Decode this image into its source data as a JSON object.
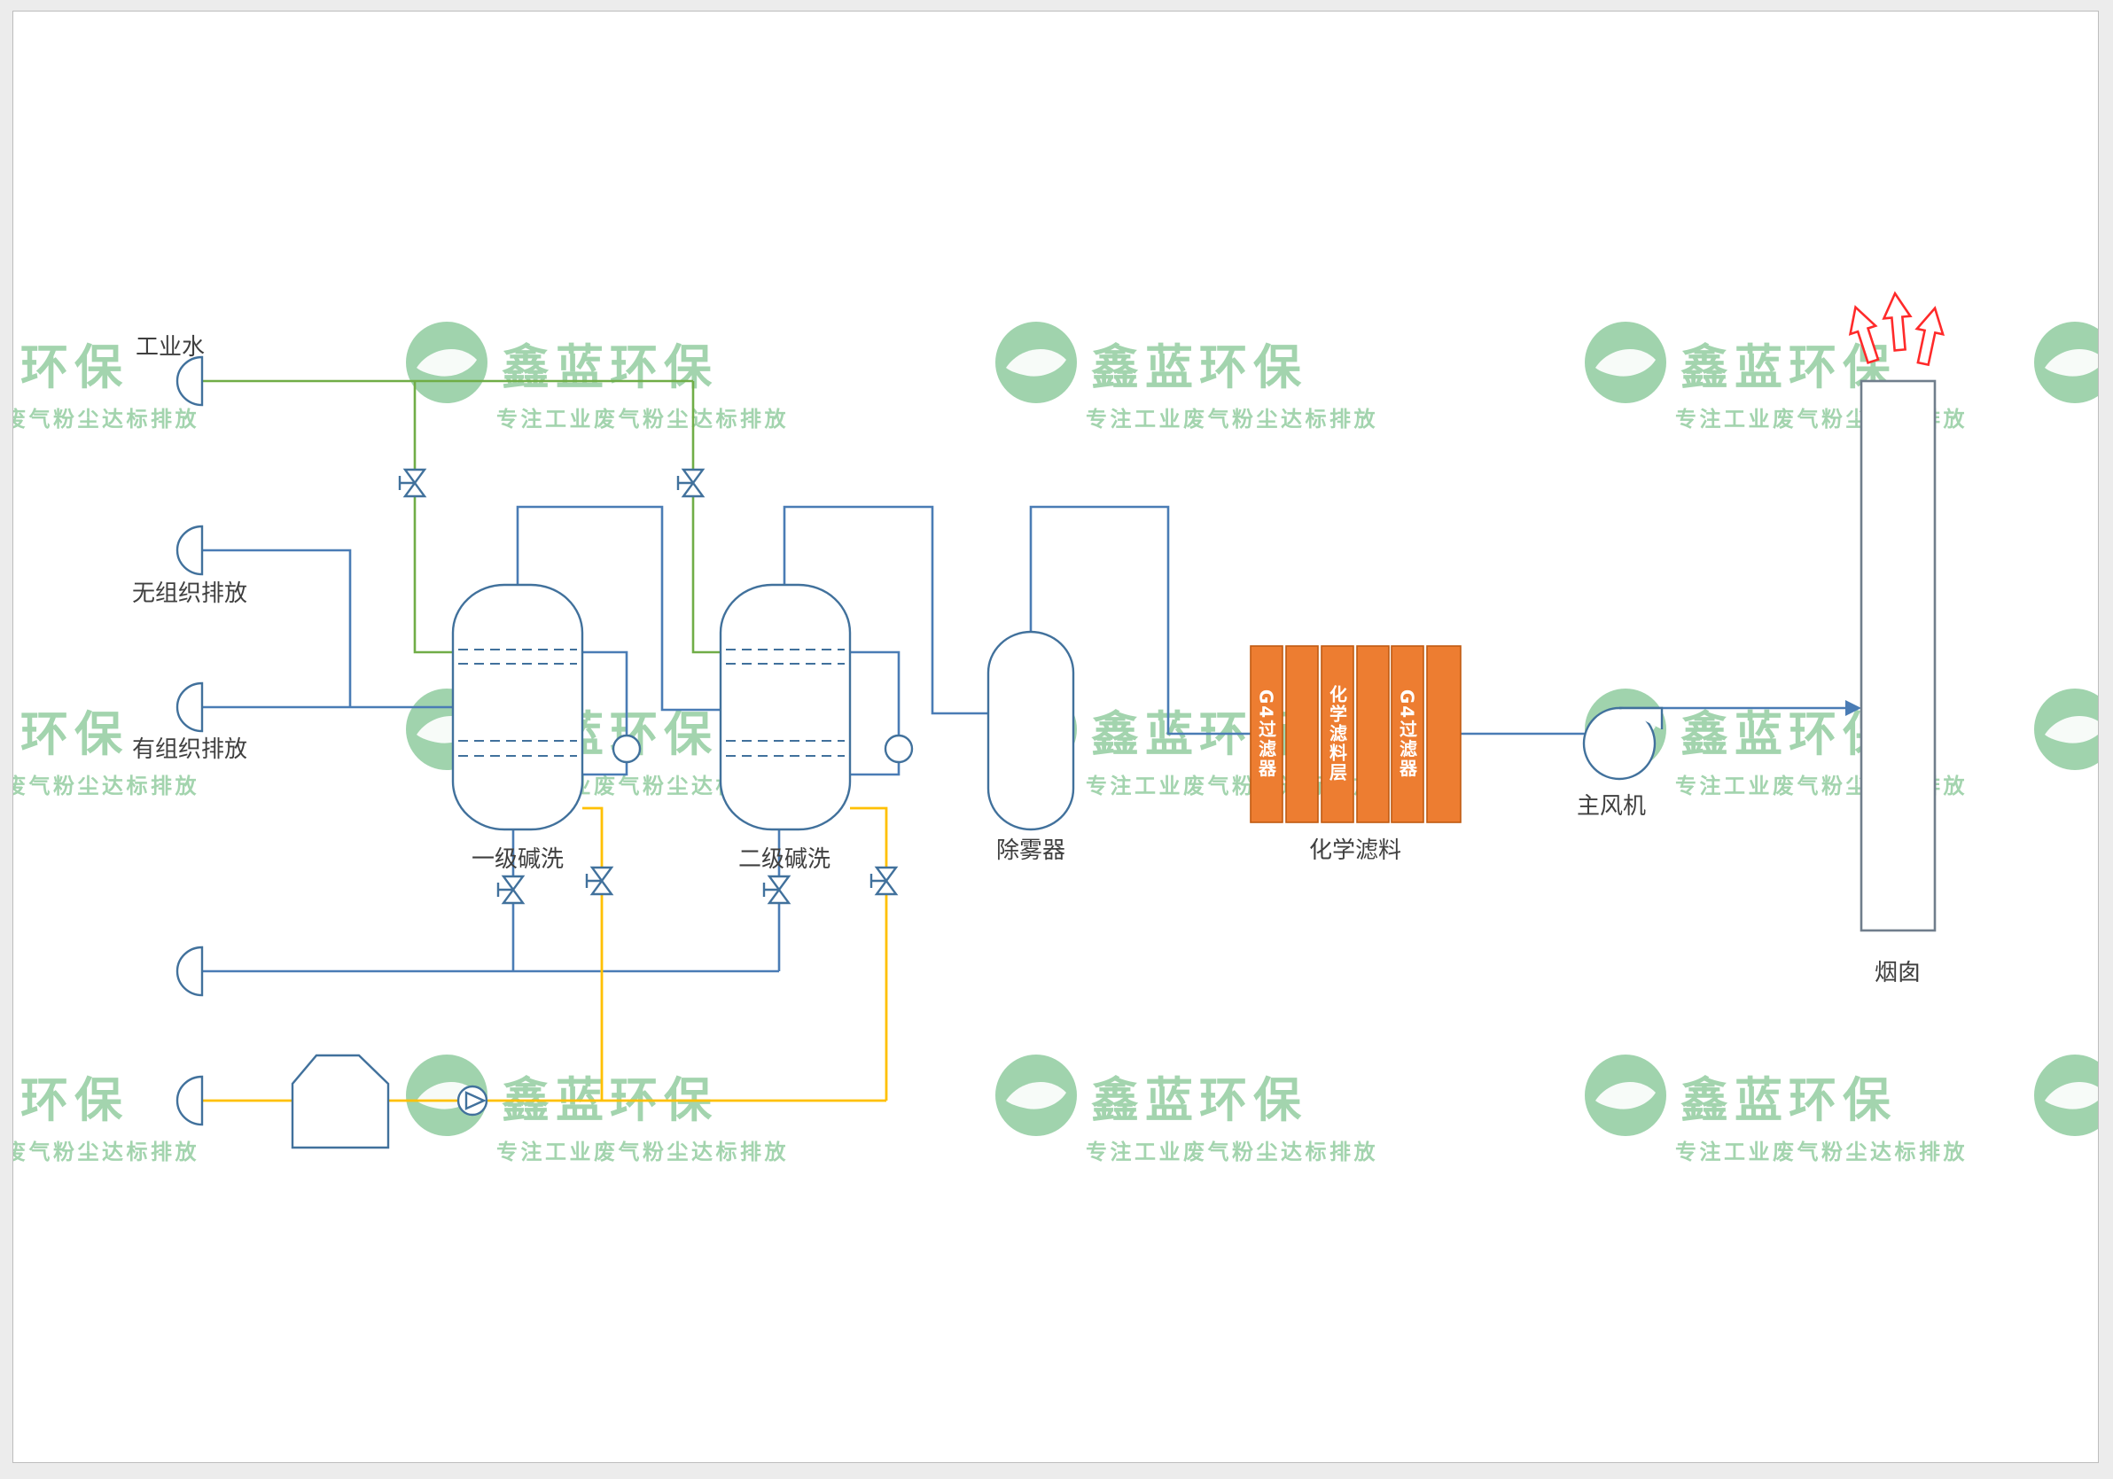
{
  "watermark": {
    "title": "鑫蓝环保",
    "subtitle": "专注工业废气粉尘达标排放",
    "logo_color": "#2e9e4c",
    "text_color": "#35a24d"
  },
  "labels": {
    "industrial_water": "工业水",
    "unorganized_emission": "无组织排放",
    "organized_emission": "有组织排放",
    "primary_scrubber": "一级碱洗",
    "secondary_scrubber": "二级碱洗",
    "demister": "除雾器",
    "chemical_filter_unit": "化学滤料",
    "main_fan": "主风机",
    "stack": "烟囱",
    "filter_stage_left": "G4过滤器",
    "filter_stage_middle": "化学滤料层",
    "filter_stage_right": "G4过滤器"
  },
  "colors": {
    "gas_pipe": "#4a7cb5",
    "water_pipe": "#70ad47",
    "alkali_pipe": "#ffc000",
    "equipment_outline": "#41719c",
    "filter_fill": "#ed7d31",
    "filter_border": "#c05a11",
    "stack_outline": "#707e8c",
    "emission_arrow": "#ff2a2a",
    "watermark_green": "#35a24d"
  }
}
